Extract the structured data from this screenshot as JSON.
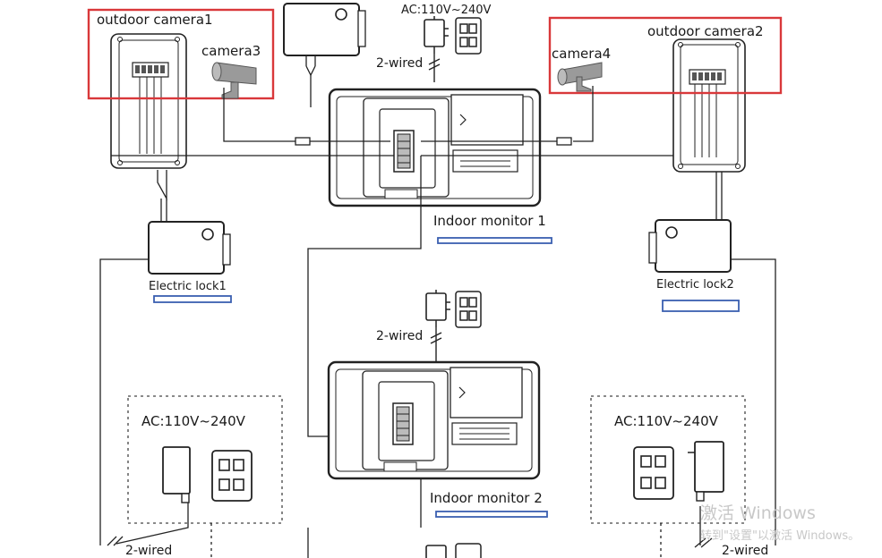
{
  "labels": {
    "outdoor_camera_1": "outdoor camera1",
    "outdoor_camera_2": "outdoor camera2",
    "camera_3": "camera3",
    "camera_4": "camera4",
    "ac_top": "AC:110V~240V",
    "two_wired_top": "2-wired",
    "indoor_monitor_1": "Indoor monitor 1",
    "indoor_monitor_2": "Indoor monitor 2",
    "electric_lock_1": "Electric lock1",
    "electric_lock_2": "Electric lock2",
    "two_wired_mid": "2-wired",
    "ac_left": "AC:110V~240V",
    "ac_right": "AC:110V~240V",
    "two_wired_bottom_left": "2-wired",
    "two_wired_bottom_right": "2-wired"
  },
  "watermark": {
    "line1": "激活 Windows",
    "line2": "转到\"设置\"以激活 Windows。"
  },
  "colors": {
    "highlight_box": "#d9383a",
    "label_underline": "#3a5fb0",
    "line": "#222222"
  }
}
